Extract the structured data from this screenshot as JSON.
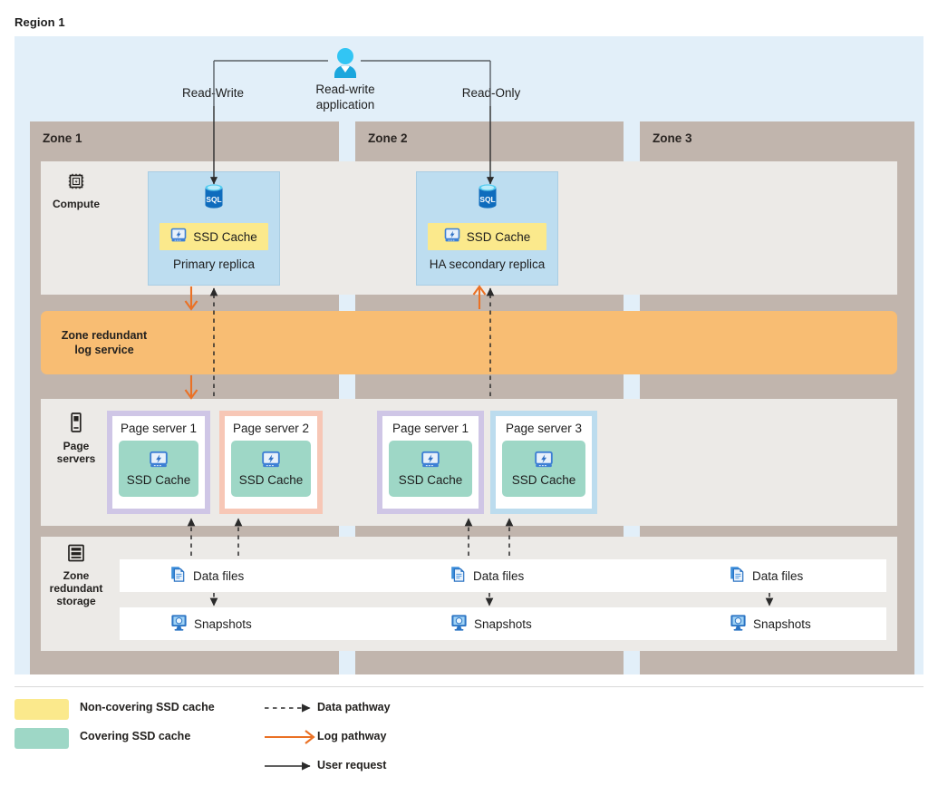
{
  "region": {
    "title": "Region 1"
  },
  "app": {
    "icon": "user-icon",
    "label": "Read-write\napplication",
    "label_line1": "Read-write",
    "label_line2": "application",
    "read_write_label": "Read-Write",
    "read_only_label": "Read-Only"
  },
  "zones": [
    {
      "name": "Zone 1"
    },
    {
      "name": "Zone 2"
    },
    {
      "name": "Zone 3"
    }
  ],
  "rails": [
    {
      "key": "compute",
      "label": "Compute",
      "icon": "chip-icon"
    },
    {
      "key": "pages",
      "label": "Page\nservers",
      "icon": "server-icon",
      "line1": "Page",
      "line2": "servers"
    },
    {
      "key": "storage",
      "label": "Zone\nredundant\nstorage",
      "icon": "storage-icon",
      "line1": "Zone",
      "line2": "redundant",
      "line3": "storage"
    }
  ],
  "compute": {
    "replicas": [
      {
        "zone": "Zone 1",
        "name": "Primary replica",
        "icon": "sql-icon",
        "cache_label": "SSD Cache",
        "cache_type": "non-covering"
      },
      {
        "zone": "Zone 2",
        "name": "HA secondary replica",
        "icon": "sql-icon",
        "cache_label": "SSD Cache",
        "cache_type": "non-covering"
      }
    ]
  },
  "log_service": {
    "label_line1": "Zone redundant",
    "label_line2": "log service",
    "color": "#f8bd73"
  },
  "page_servers": [
    {
      "zone": "Zone 1",
      "name": "Page server 1",
      "cache_label": "SSD Cache",
      "border_color": "#cfc6e6",
      "icon": "ssd-icon"
    },
    {
      "zone": "Zone 1",
      "name": "Page server 2",
      "cache_label": "SSD Cache",
      "border_color": "#f7c7b6",
      "icon": "ssd-icon"
    },
    {
      "zone": "Zone 2",
      "name": "Page server 1",
      "cache_label": "SSD Cache",
      "border_color": "#cfc6e6",
      "icon": "ssd-icon"
    },
    {
      "zone": "Zone 2",
      "name": "Page server 3",
      "cache_label": "SSD Cache",
      "border_color": "#bcdcee",
      "icon": "ssd-icon"
    }
  ],
  "storage": {
    "data_files": [
      {
        "zone": "Zone 1",
        "label": "Data files",
        "icon": "data-file-icon"
      },
      {
        "zone": "Zone 2",
        "label": "Data files",
        "icon": "data-file-icon"
      },
      {
        "zone": "Zone 3",
        "label": "Data files",
        "icon": "data-file-icon"
      }
    ],
    "snapshots": [
      {
        "zone": "Zone 1",
        "label": "Snapshots",
        "icon": "snapshot-icon"
      },
      {
        "zone": "Zone 2",
        "label": "Snapshots",
        "icon": "snapshot-icon"
      },
      {
        "zone": "Zone 3",
        "label": "Snapshots",
        "icon": "snapshot-icon"
      }
    ]
  },
  "legend": {
    "swatches": [
      {
        "label": "Non-covering SSD cache",
        "color": "#fbe98c"
      },
      {
        "label": "Covering SSD cache",
        "color": "#9ed7c6"
      }
    ],
    "lines": [
      {
        "label": "Data pathway",
        "style": "dashed",
        "color": "#2b2b2b"
      },
      {
        "label": "Log pathway",
        "style": "solid",
        "color": "#ea7125"
      },
      {
        "label": "User request",
        "style": "solid",
        "color": "#2b2b2b"
      }
    ]
  },
  "colors": {
    "region_bg": "#e2eff9",
    "zone_bg": "#c1b5ad",
    "band_bg": "#eceae7",
    "replica_bg": "#bdddf0",
    "log_orange": "#ea7125"
  }
}
